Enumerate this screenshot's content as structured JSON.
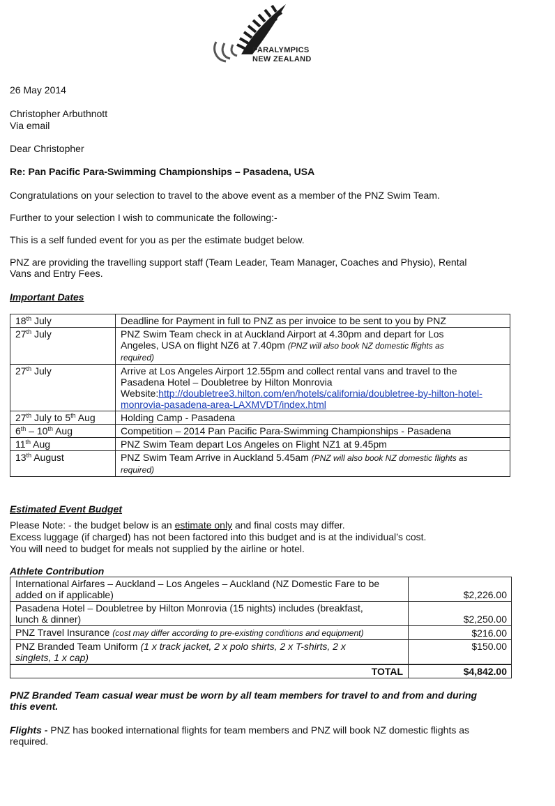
{
  "logo": {
    "line1": "PARALYMPICS",
    "line2": "NEW ZEALAND"
  },
  "letter": {
    "date": "26 May 2014",
    "recipient_name": "Christopher Arbuthnott",
    "recipient_via": "Via email",
    "salutation": "Dear Christopher",
    "subject": "Re: Pan Pacific Para-Swimming Championships – Pasadena, USA",
    "para1": "Congratulations on your selection to travel to the above event as a member of the PNZ Swim Team.",
    "para2": "Further to your selection I wish to communicate the following:-",
    "para3": "This is a self funded event for you as per the estimate budget below.",
    "para4_line1": "PNZ are providing the travelling support staff (Team Leader, Team Manager, Coaches and Physio), Rental",
    "para4_line2": "Vans and Entry Fees."
  },
  "important_dates": {
    "heading": "Important Dates",
    "rows": [
      {
        "d_num": "18",
        "d_sup": "th",
        "d_rest": " July",
        "l1": "Deadline for Payment in full to PNZ as per invoice to be sent to you by PNZ"
      },
      {
        "d_num": "27",
        "d_sup": "th",
        "d_rest": " July",
        "l1": "PNZ  Swim Team check in at Auckland Airport at 4.30pm and depart for Los",
        "l2": "Angeles, USA on flight NZ6 at 7.40pm ",
        "l2_it": "(PNZ will also book NZ domestic flights as",
        "l3_it": "required)"
      },
      {
        "d_num": "27",
        "d_sup": "th",
        "d_rest": " July",
        "l1": "Arrive at Los Angeles Airport 12.55pm and collect rental vans and travel to the",
        "l2": "Pasadena Hotel – Doubletree by Hilton Monrovia",
        "l3_prefix": "Website:",
        "link1": "http://doubletree3.hilton.com/en/hotels/california/doubletree-by-hilton-hotel-",
        "link2": "monrovia-pasadena-area-LAXMVDT/index.html"
      },
      {
        "d_num": "27",
        "d_sup": "th",
        "d_rest": " July to 5",
        "d_sup2": "th",
        "d_rest2": " Aug",
        "l1": "Holding Camp - Pasadena"
      },
      {
        "d_num": "6",
        "d_sup": "th",
        "d_rest": " – 10",
        "d_sup2": "th",
        "d_rest2": " Aug",
        "l1": "Competition – 2014 Pan Pacific Para-Swimming Championships - Pasadena"
      },
      {
        "d_num": "11",
        "d_sup": "th",
        "d_rest": " Aug",
        "l1": "PNZ Swim Team depart Los Angeles on Flight NZ1 at 9.45pm"
      },
      {
        "d_num": "13",
        "d_sup": "th",
        "d_rest": " August",
        "l1": "PNZ Swim Team Arrive in Auckland 5.45am ",
        "l1_it": "(PNZ will also book NZ domestic flights as",
        "l2_it": "required)"
      }
    ]
  },
  "budget_section": {
    "heading": "Estimated Event Budget",
    "note_line1_a": "Please Note: - the budget below is an ",
    "note_line1_u": "estimate only",
    "note_line1_b": " and final costs may differ.",
    "note_line2": "Excess luggage (if charged) has not been factored into this budget and is at the individual’s cost.",
    "note_line3": "You will need to budget for meals not supplied by the airline or hotel.",
    "subheading": "Athlete Contribution",
    "rows": [
      {
        "l1": "International Airfares – Auckland – Los  Angeles – Auckland (NZ Domestic Fare to be",
        "l2": "added on if applicable)",
        "amount": "$2,226.00"
      },
      {
        "l1": "Pasadena Hotel – Doubletree by Hilton Monrovia (15 nights) includes (breakfast,",
        "l2": "lunch & dinner)",
        "amount": "$2,250.00"
      },
      {
        "l1": "PNZ Travel Insurance ",
        "l1_it": "(cost may differ according to pre-existing conditions and equipment)",
        "amount": "$216.00"
      },
      {
        "l1": "PNZ Branded Team Uniform ",
        "l1_it": "(1 x track jacket, 2 x polo shirts, 2 x T-shirts, 2 x",
        "l2_it": "singlets, 1 x cap)",
        "amount": "$150.00"
      }
    ],
    "total_label": "TOTAL",
    "total_amount": "$4,842.00"
  },
  "closing": {
    "casual_line1": "PNZ Branded Team casual wear must be worn by all team members for travel to and from and during",
    "casual_line2": "this event.",
    "flights_label": "Flights -",
    "flights_line1": " PNZ has booked international flights for team members and PNZ will book NZ domestic flights as",
    "flights_line2": "required."
  }
}
